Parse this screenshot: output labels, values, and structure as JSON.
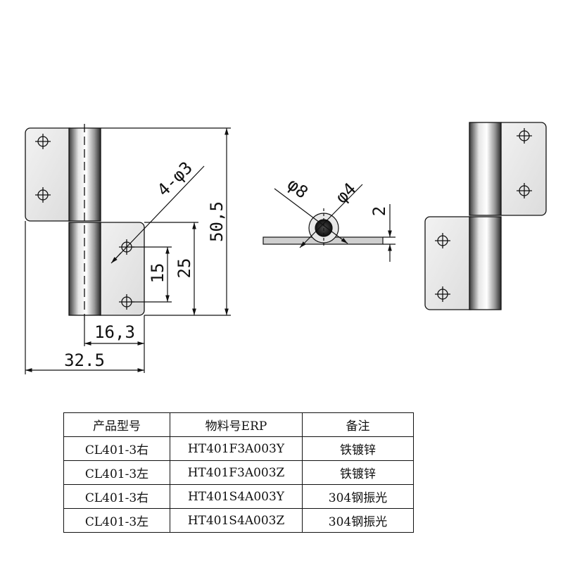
{
  "drawing": {
    "dimensions": {
      "holes": "4-φ3",
      "total_height": "50,5",
      "hole_spacing": "15",
      "leaf_height": "25",
      "hole_offset": "16,3",
      "total_width": "32.5",
      "outer_diameter": "φ8",
      "pin_diameter": "φ4",
      "thickness": "2"
    }
  },
  "table": {
    "headers": [
      "产品型号",
      "物料号ERP",
      "备注"
    ],
    "rows": [
      [
        "CL401-3右",
        "HT401F3A003Y",
        "铁镀锌"
      ],
      [
        "CL401-3左",
        "HT401F3A003Z",
        "铁镀锌"
      ],
      [
        "CL401-3右",
        "HT401S4A003Y",
        "304钢振光"
      ],
      [
        "CL401-3左",
        "HT401S4A003Z",
        "304钢振光"
      ]
    ]
  }
}
